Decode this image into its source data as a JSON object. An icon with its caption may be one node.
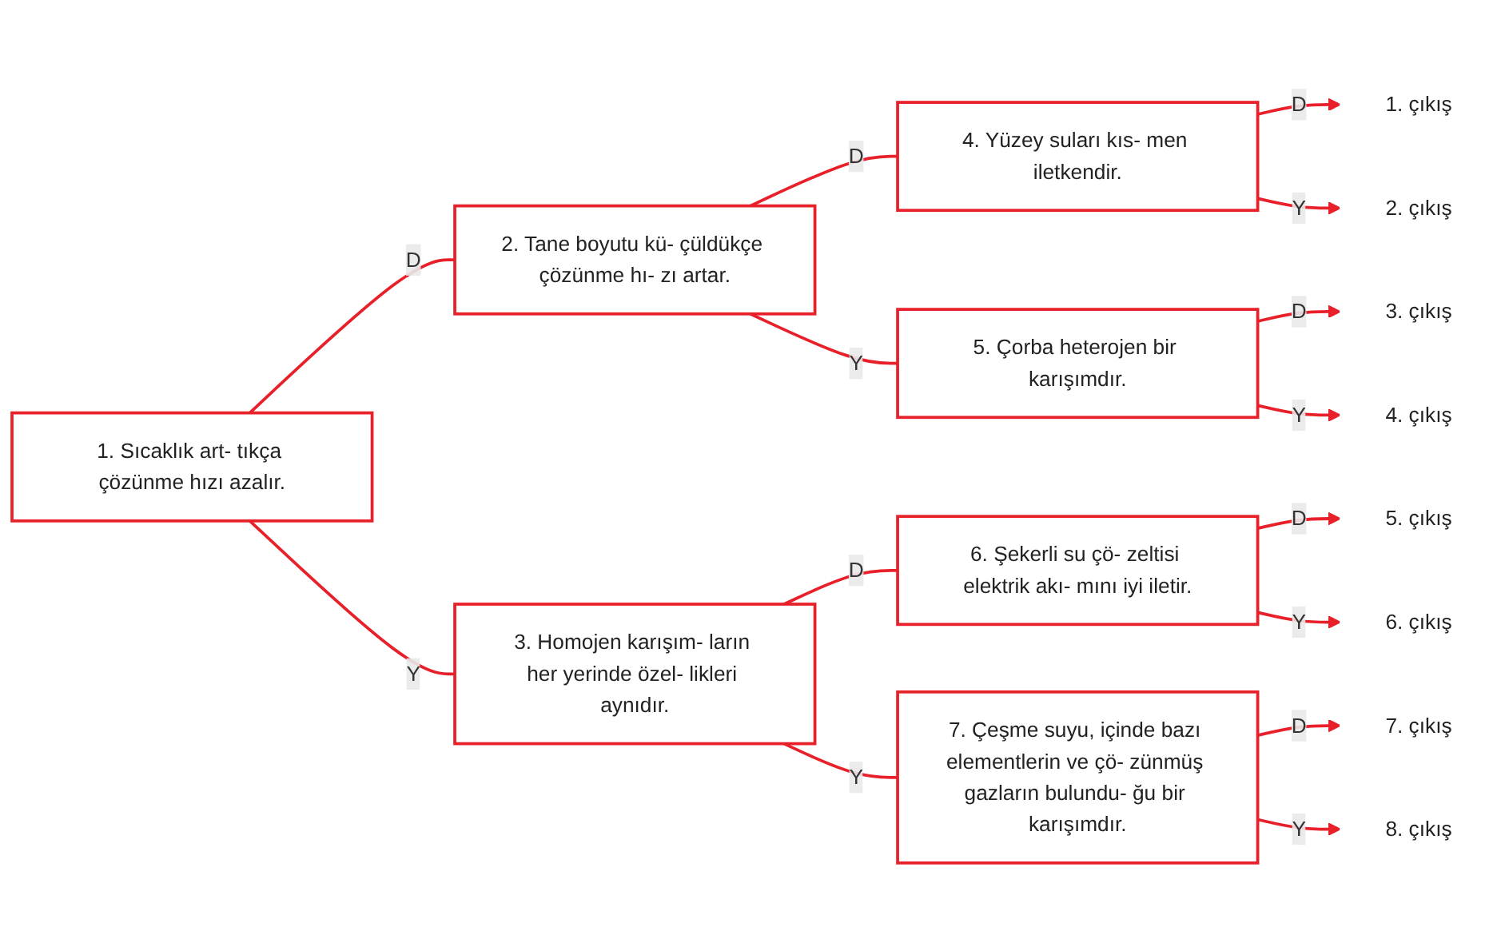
{
  "diagram": {
    "nodes": [
      {
        "text": [
          "1. Sıcaklık art- tıkça çözünme hızı azalır."
        ]
      },
      {
        "text": [
          "2. Tane boyutu kü- çüldükçe çözünme hı- zı artar."
        ]
      },
      {
        "text": [
          "3. Homojen karışım- ların her yerinde özel- likleri aynıdır."
        ]
      },
      {
        "text": [
          "4. Yüzey suları kıs- men iletkendir."
        ]
      },
      {
        "text": [
          "5. Çorba heterojen bir karışımdır."
        ]
      },
      {
        "text": [
          "6. Şekerli su çö- zeltisi elektrik akı- mını iyi iletir."
        ]
      },
      {
        "text": [
          "7. Çeşme suyu, içinde bazı elementlerin ve çö- zünmüş gazların bulundu- ğu bir karışımdır."
        ]
      },
      {
        "text": [
          "1. çıkış"
        ]
      },
      {
        "text": [
          "2. çıkış"
        ]
      },
      {
        "text": [
          "3. çıkış"
        ]
      },
      {
        "text": [
          "4. çıkış"
        ]
      },
      {
        "text": [
          "5. çıkış"
        ]
      },
      {
        "text": [
          "6. çıkış"
        ]
      },
      {
        "text": [
          "7. çıkış"
        ]
      },
      {
        "text": [
          "8. çıkış"
        ]
      }
    ],
    "edges": [
      {
        "from": 0,
        "to": 1,
        "arrow": "none",
        "label": "D"
      },
      {
        "from": 0,
        "to": 2,
        "arrow": "none",
        "label": "Y"
      },
      {
        "from": 1,
        "to": 3,
        "arrow": "none",
        "label": "D"
      },
      {
        "from": 1,
        "to": 4,
        "arrow": "none",
        "label": "Y"
      },
      {
        "from": 2,
        "to": 5,
        "arrow": "none",
        "label": "D"
      },
      {
        "from": 2,
        "to": 6,
        "arrow": "none",
        "label": "Y"
      },
      {
        "from": 3,
        "to": 7,
        "arrow": "to",
        "label": "D"
      },
      {
        "from": 3,
        "to": 8,
        "arrow": "to",
        "label": "Y"
      },
      {
        "from": 4,
        "to": 9,
        "arrow": "to",
        "label": "D"
      },
      {
        "from": 4,
        "to": 10,
        "arrow": "to",
        "label": "Y"
      },
      {
        "from": 5,
        "to": 11,
        "arrow": "to",
        "label": "D"
      },
      {
        "from": 5,
        "to": 12,
        "arrow": "to",
        "label": "Y"
      },
      {
        "from": 6,
        "to": 13,
        "arrow": "to",
        "label": "D"
      },
      {
        "from": 6,
        "to": 14,
        "arrow": "to",
        "label": "Y"
      }
    ]
  }
}
